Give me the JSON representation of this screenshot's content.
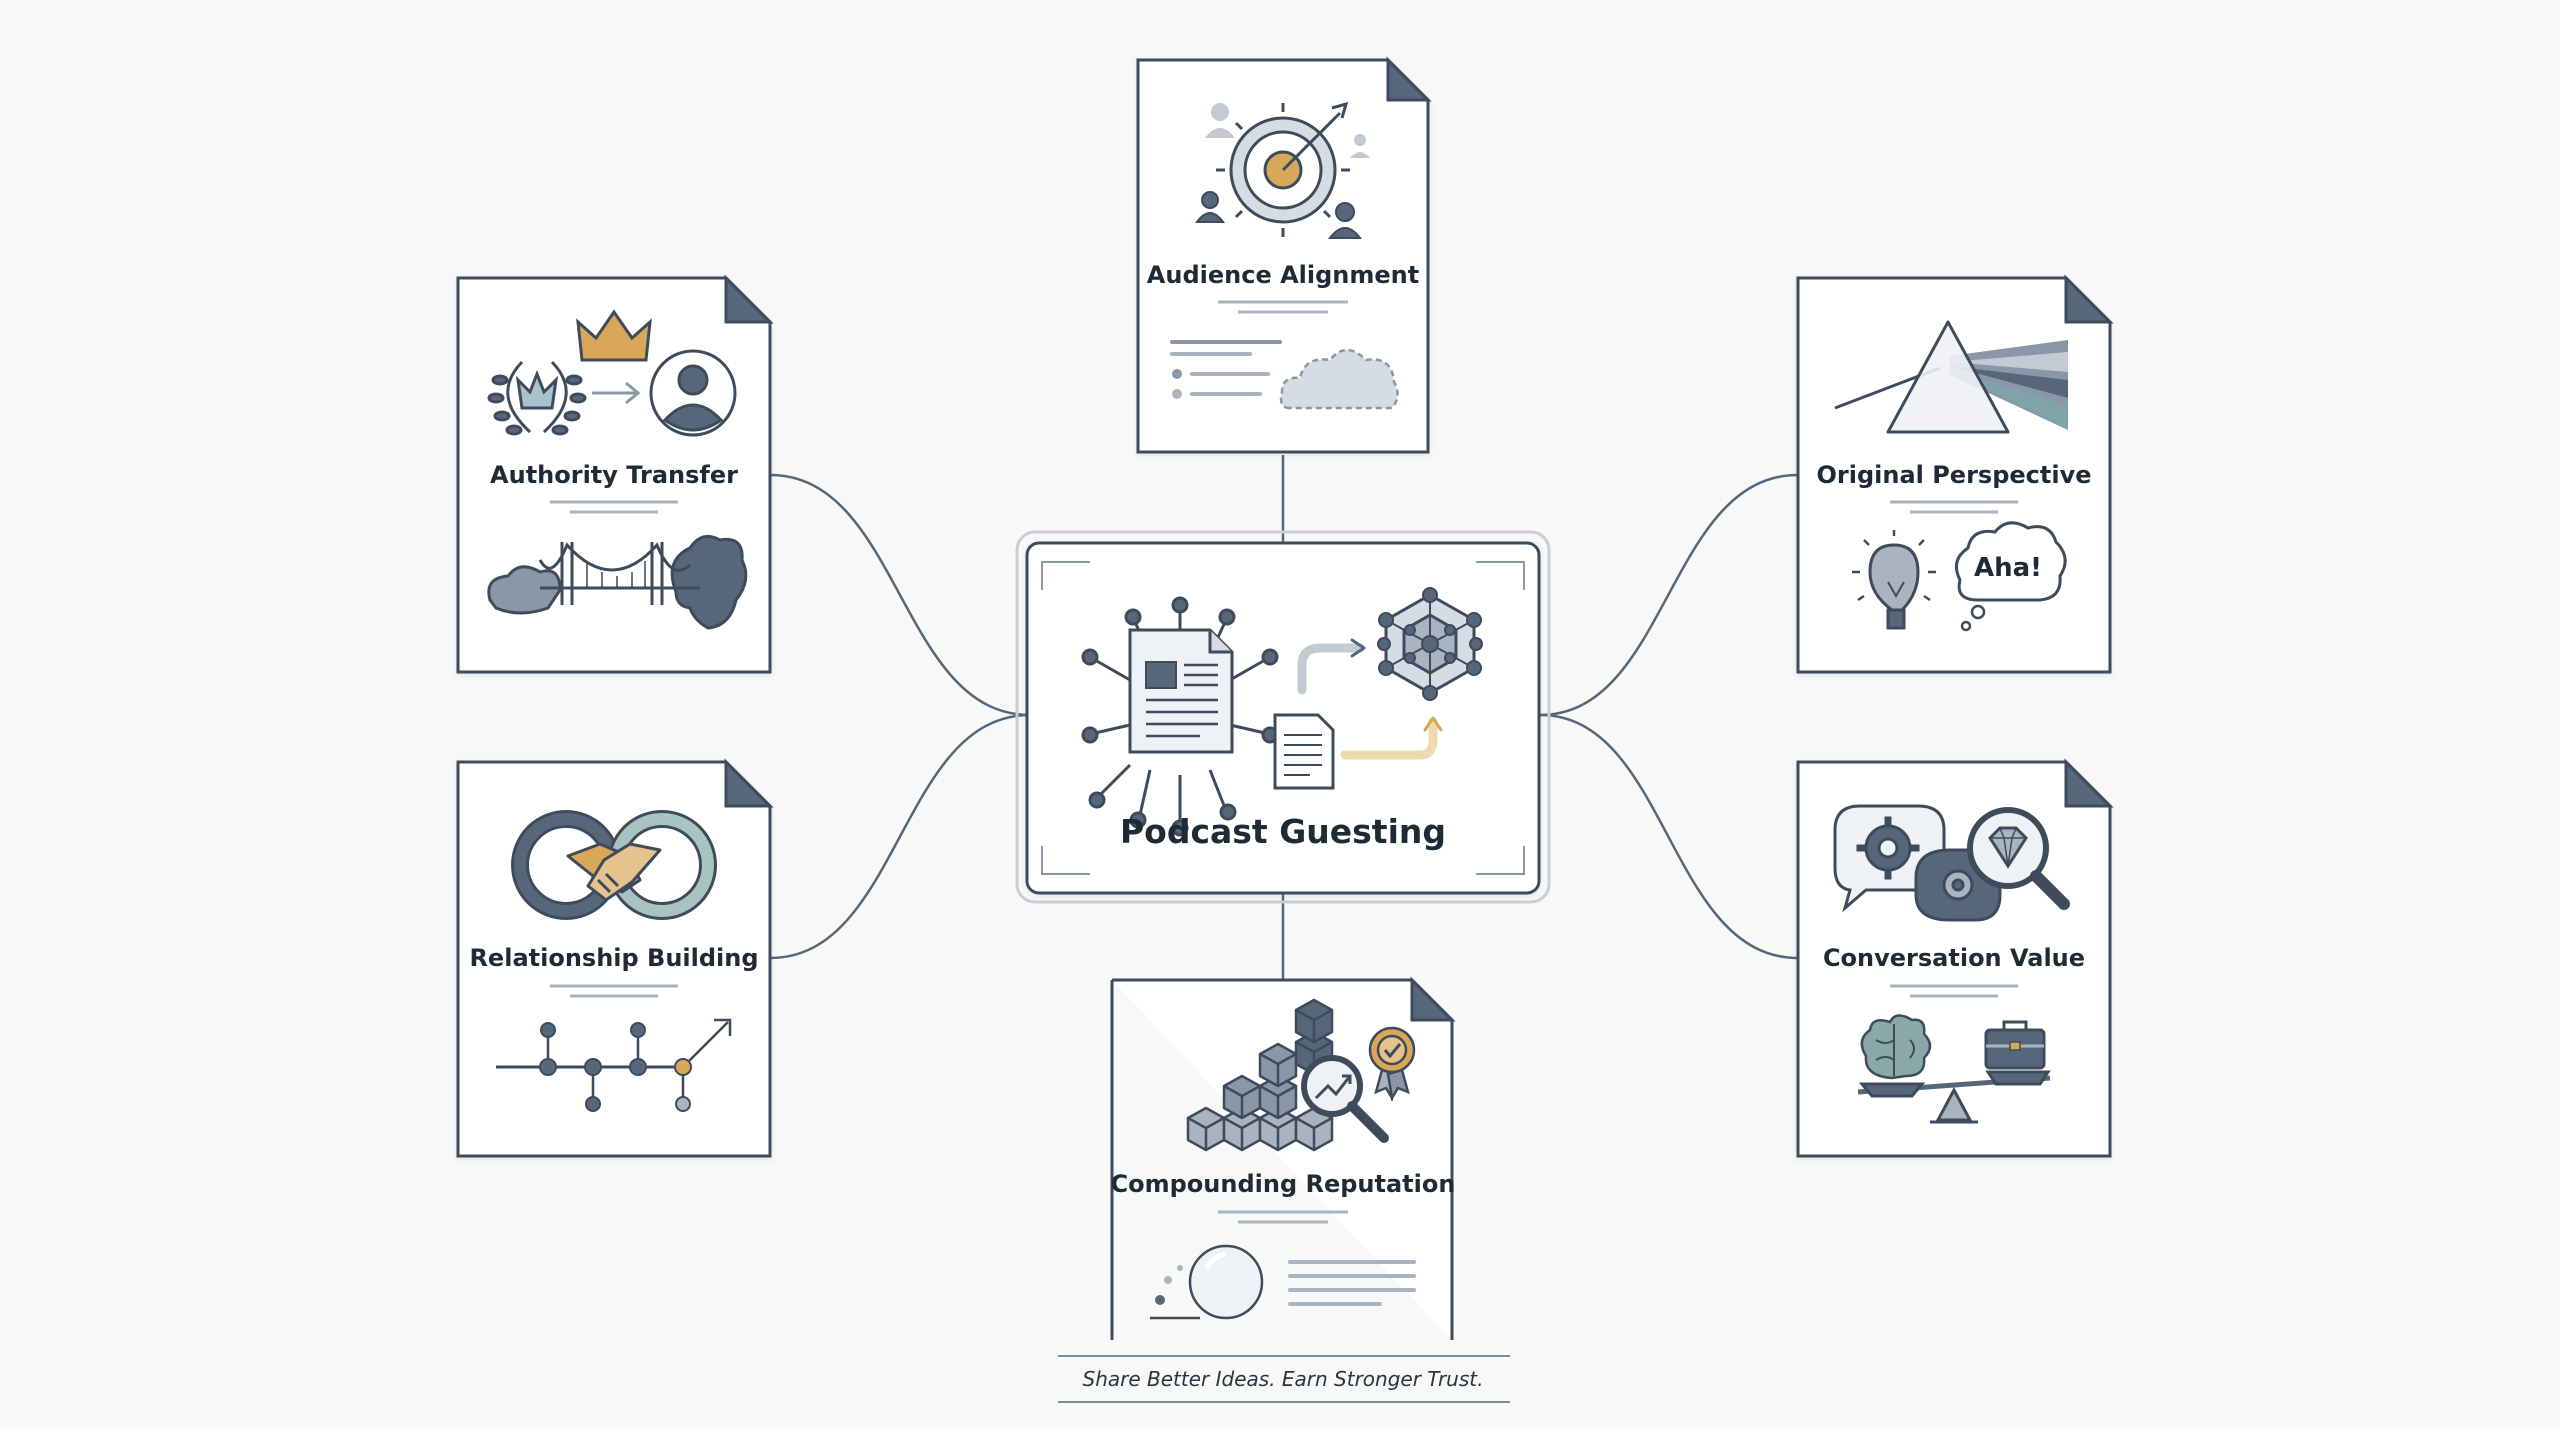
{
  "center": {
    "label": "Podcast Guesting"
  },
  "nodes": {
    "audience": {
      "label": "Audience Alignment"
    },
    "authority": {
      "label": "Authority Transfer"
    },
    "perspective": {
      "label": "Original Perspective",
      "bubble_text": "Aha!"
    },
    "relationship": {
      "label": "Relationship Building"
    },
    "conversation": {
      "label": "Conversation Value"
    },
    "reputation": {
      "label": "Compounding Reputation"
    }
  },
  "tagline": "Share Better Ideas. Earn Stronger Trust.",
  "colors": {
    "ink": "#1f2a37",
    "slate": "#56677a",
    "light_slate": "#a9b4c0",
    "accent_gold": "#d9a75a",
    "card_border": "#3e4b5c",
    "background": "#f8f8f8"
  }
}
